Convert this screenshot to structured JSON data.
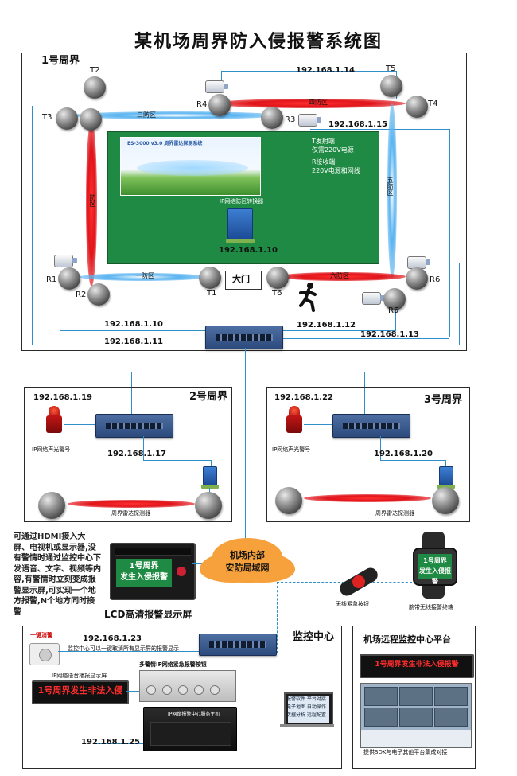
{
  "title": "某机场周界防入侵报警系统图",
  "perimeter1": {
    "label": "1号周界",
    "zones": {
      "zone1": "一防区",
      "zone2": "二防区",
      "zone3": "三防区",
      "zone4": "四防区",
      "zone5": "五防区",
      "zone6": "六防区"
    },
    "towers": {
      "T1": "T1",
      "T2": "T2",
      "T3": "T3",
      "T4": "T4",
      "T5": "T5",
      "T6": "T6",
      "R1": "R1",
      "R2": "R2",
      "R3": "R3",
      "R4": "R4",
      "R5": "R5",
      "R6": "R6"
    },
    "gate": "大门",
    "ips": {
      "ip14": "192.168.1.14",
      "ip15": "192.168.1.15",
      "ip10": "192.168.1.10",
      "ip11": "192.168.1.11",
      "ip12": "192.168.1.12",
      "ip13": "192.168.1.13",
      "ip_panel": "192.168.1.10"
    },
    "panel": {
      "tx_note": "T发射端\n仅需220V电源",
      "rx_note": "R接收端\n220V电源和网线",
      "device_label": "IP网络防区转换器",
      "banner": "ES-3000 v3.0 周界雷达探测系统"
    }
  },
  "perimeter2": {
    "label": "2号周界",
    "ip_alarm": "192.168.1.19",
    "ip_node": "192.168.1.17",
    "alarm_label": "IP网络声光警号",
    "detector_label": "周界雷达探测器"
  },
  "perimeter3": {
    "label": "3号周界",
    "ip_alarm": "192.168.1.22",
    "ip_node": "192.168.1.20",
    "alarm_label": "IP网络声光警号",
    "detector_label": "周界雷达探测器"
  },
  "network": {
    "cloud": "机场内部\n安防局域网"
  },
  "lcd": {
    "notes": "可通过HDMI接入大屏、电视机或显示器,没有警情时通过监控中心下发语音、文字、视频等内容,有警情时立刻变成报警显示屏,可实现一个地方报警,N个地方同时接警",
    "screen_text": "1号周界\n发生入侵报警",
    "caption": "LCD高清报警显示屏"
  },
  "watch": {
    "screen_text": "1号周界\n发生入侵报警",
    "caption": "腕带无线接警终端",
    "button_caption": "无线紧急按钮"
  },
  "monitor_center": {
    "label": "监控中心",
    "ip_main": "192.168.1.23",
    "ip_rack": "192.168.1.25",
    "note": "监控中心可以一键取消所有显示屏的报警显示",
    "emergency_label": "一键消警",
    "led_label": "IP网络语音播报显示屏",
    "led_text": "1号周界发生非法入侵",
    "panel_label": "多警情IP网络紧急报警按钮",
    "rack_label": "IP网络报警中心服务主机",
    "laptop_text": "报警软件 平台对接\n电子地图 自动操作\n数据分析 远程配置"
  },
  "remote": {
    "label": "机场远程监控中心平台",
    "led_text": "1号周界发生非法入侵报警",
    "caption": "提供SDK与电子其他平台集成对接"
  },
  "colors": {
    "line": "#2f8fc9",
    "green": "#1f8a43",
    "red_beam": "#e0141a",
    "orange_cloud": "#f6a13b"
  }
}
